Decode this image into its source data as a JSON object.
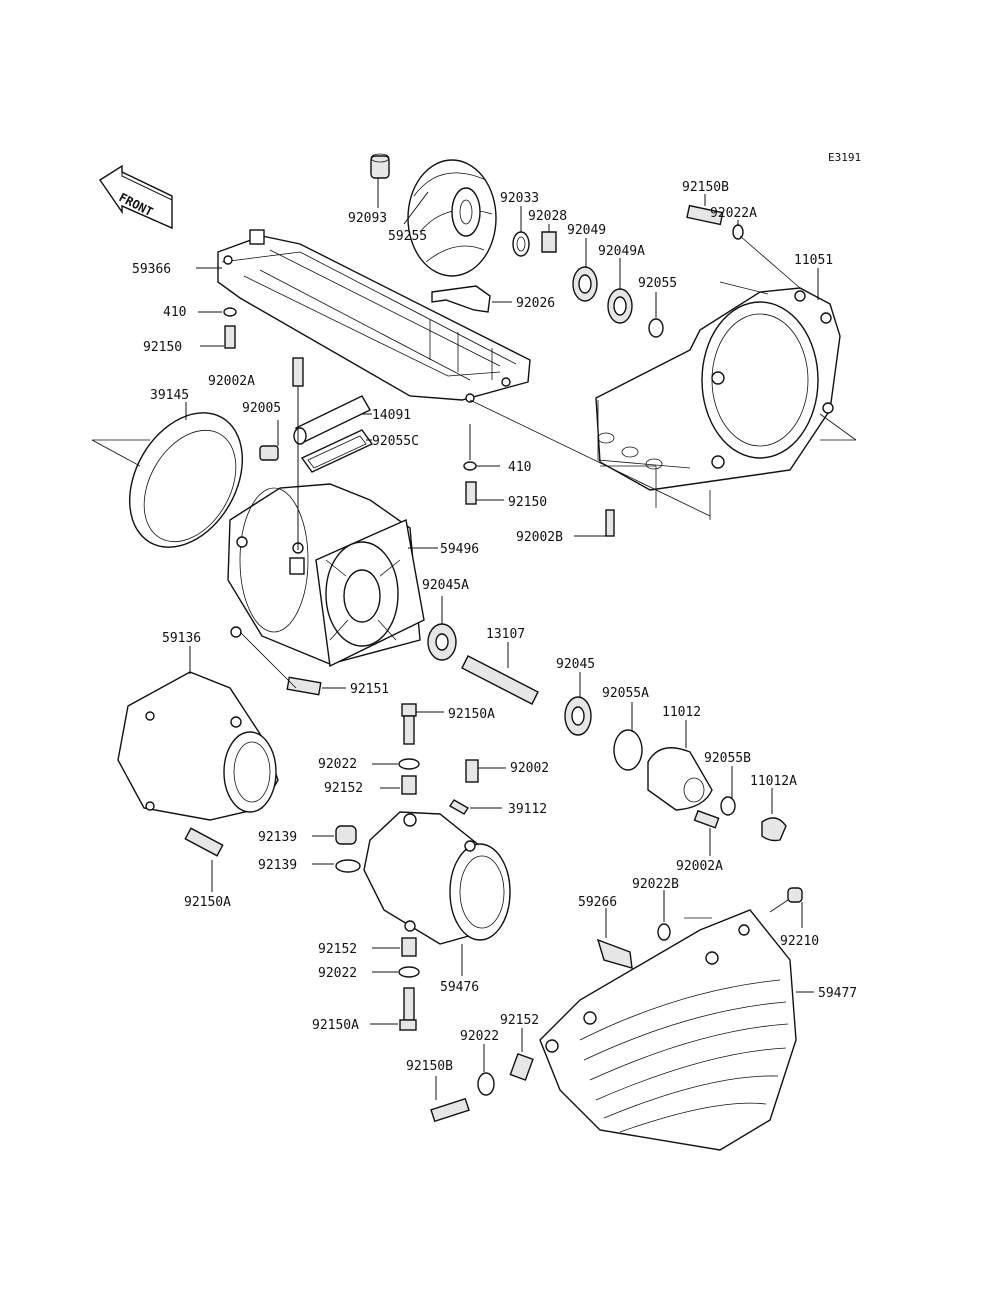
{
  "diagram": {
    "code": "E3191",
    "front_label": "FRONT",
    "labels": {
      "p92093": "92093",
      "p59255": "59255",
      "p92033": "92033",
      "p92028": "92028",
      "p92049": "92049",
      "p92049A": "92049A",
      "p92055": "92055",
      "p92150B_top": "92150B",
      "p92022A_top": "92022A",
      "p11051": "11051",
      "p59366": "59366",
      "p92026": "92026",
      "p410_top": "410",
      "p92150_top": "92150",
      "p92002A_top": "92002A",
      "p39145": "39145",
      "p92005": "92005",
      "p14091": "14091",
      "p92055C": "92055C",
      "p410_mid": "410",
      "p92150_mid": "92150",
      "p92002B": "92002B",
      "p59496": "59496",
      "p92045A": "92045A",
      "p59136": "59136",
      "p13107": "13107",
      "p92045": "92045",
      "p92055A": "92055A",
      "p11012": "11012",
      "p92151": "92151",
      "p92150A_mid": "92150A",
      "p92055B": "92055B",
      "p92022_mid": "92022",
      "p92002": "92002",
      "p11012A": "11012A",
      "p92152_mid": "92152",
      "p39112": "39112",
      "p92139_a": "92139",
      "p92139_b": "92139",
      "p92002A_low": "92002A",
      "p92150A_left": "92150A",
      "p92022B": "92022B",
      "p59266": "59266",
      "p92210": "92210",
      "p92152_low": "92152",
      "p92022_low": "92022",
      "p59476": "59476",
      "p59477": "59477",
      "p92150A_low": "92150A",
      "p92152_bot": "92152",
      "p92022_bot": "92022",
      "p92150B_bot": "92150B"
    }
  }
}
